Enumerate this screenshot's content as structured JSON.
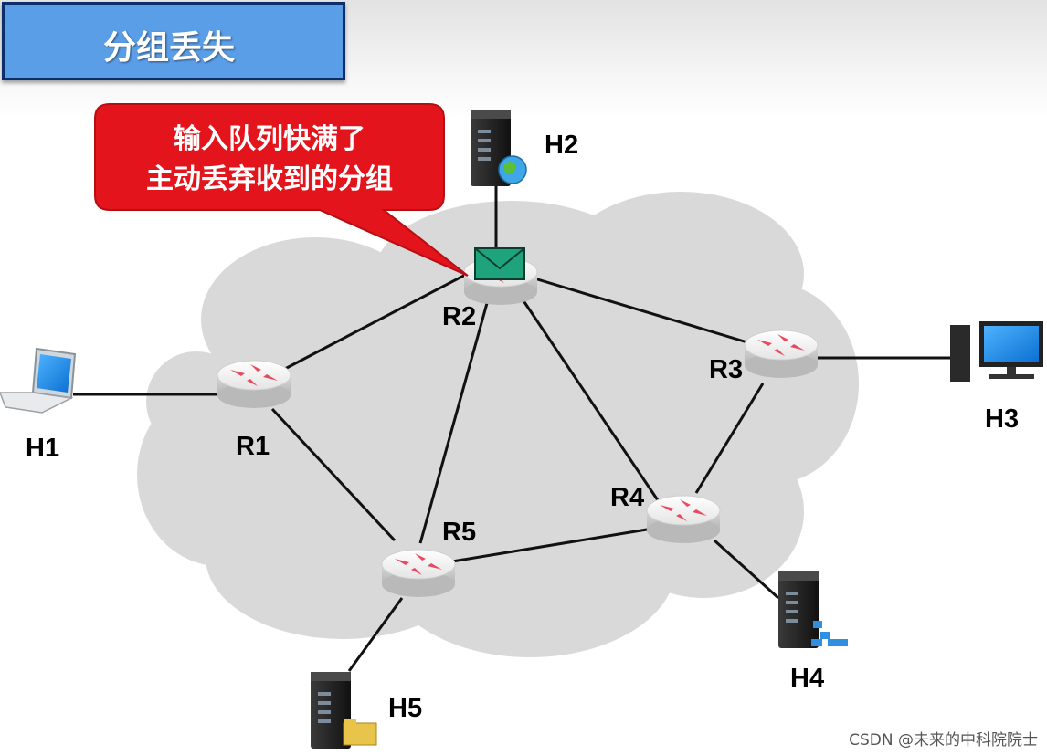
{
  "slide": {
    "title": "分组丢失",
    "callout": {
      "line1": "输入队列快满了",
      "line2": "主动丢弃收到的分组"
    },
    "watermark": "CSDN @未来的中科院院士"
  },
  "network": {
    "routers": [
      "R1",
      "R2",
      "R3",
      "R4",
      "R5"
    ],
    "hosts": [
      "H1",
      "H2",
      "H3",
      "H4",
      "H5"
    ],
    "links": [
      [
        "H1",
        "R1"
      ],
      [
        "R1",
        "R2"
      ],
      [
        "R1",
        "R5"
      ],
      [
        "R2",
        "R5"
      ],
      [
        "R2",
        "R3"
      ],
      [
        "R2",
        "R4"
      ],
      [
        "R3",
        "R4"
      ],
      [
        "R4",
        "R5"
      ],
      [
        "H2",
        "R2"
      ],
      [
        "H3",
        "R3"
      ],
      [
        "H4",
        "R4"
      ],
      [
        "H5",
        "R5"
      ]
    ]
  },
  "colors": {
    "title_bg": "#5b9ee8",
    "callout_bg": "#e3141b",
    "cloud": "#d9d9d9",
    "packet": "#1fa37c",
    "router_arrow": "#e84a5f"
  }
}
